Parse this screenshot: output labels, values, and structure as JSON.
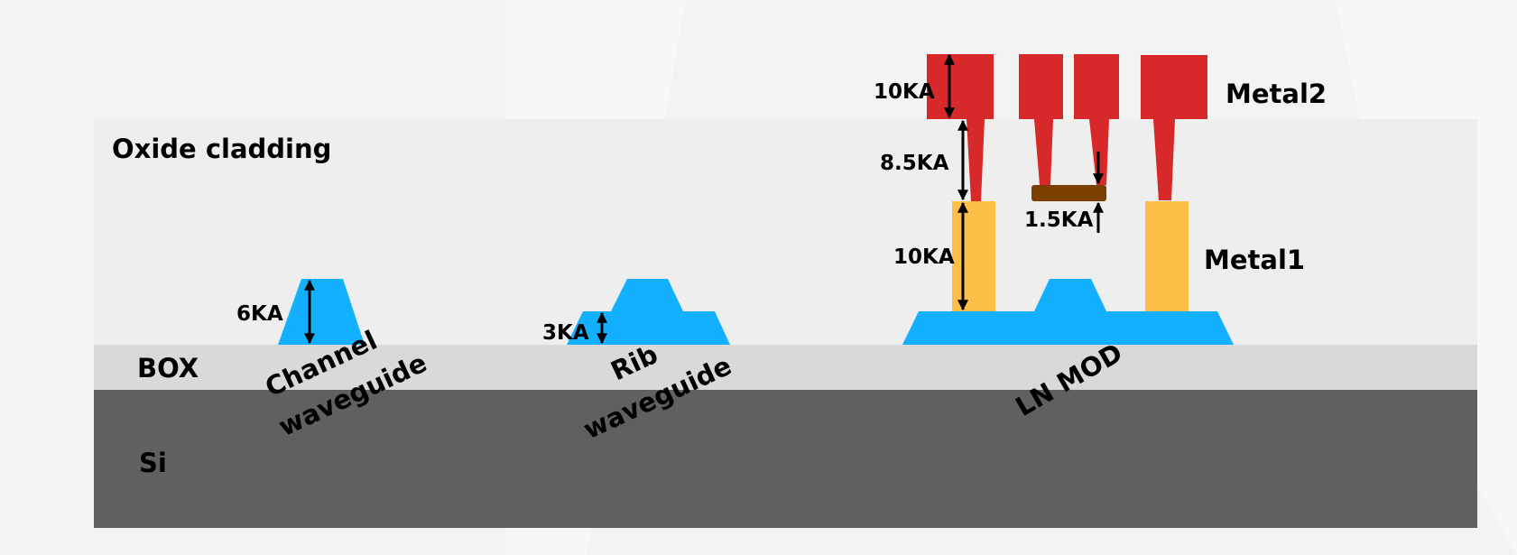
{
  "diagram": {
    "type": "cross-section",
    "colors": {
      "background": "#f3f3f3",
      "oxide_cladding": "#eeeeee",
      "box": "#d9d9d9",
      "si": "#606060",
      "ln_waveguide": "#12b0ff",
      "metal1": "#fdbf47",
      "metal2": "#d7282a",
      "heater": "#7b3f00",
      "arrow": "#000000"
    },
    "layers": {
      "oxide": "Oxide cladding",
      "box": "BOX",
      "si": "Si"
    },
    "devices": {
      "channel": {
        "line1": "Channel",
        "line2": "waveguide",
        "thickness": "6KA"
      },
      "rib": {
        "line1": "Rib",
        "line2": "waveguide",
        "thickness": "3KA"
      },
      "modulator": {
        "label": "LN MOD"
      }
    },
    "metals": {
      "metal1": "Metal1",
      "metal2": "Metal2"
    },
    "dimensions": {
      "metal2_thickness": "10KA",
      "via_height": "8.5KA",
      "metal1_thickness": "10KA",
      "heater_thickness": "1.5KA"
    }
  }
}
